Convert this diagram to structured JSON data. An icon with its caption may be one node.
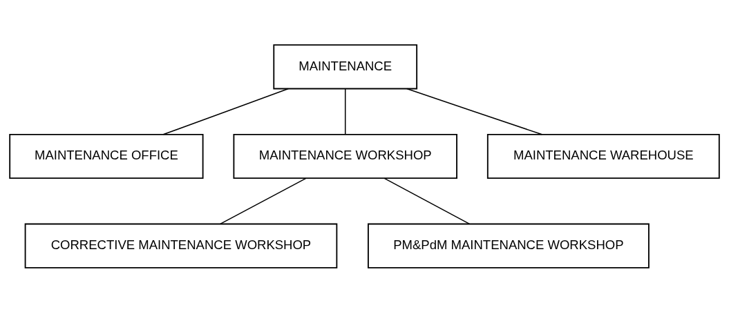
{
  "diagram": {
    "nodes": [
      {
        "text": [
          "MAINTENANCE"
        ]
      },
      {
        "text": [
          "MAINTENANCE OFFICE"
        ]
      },
      {
        "text": [
          "MAINTENANCE WORKSHOP"
        ]
      },
      {
        "text": [
          "MAINTENANCE WAREHOUSE"
        ]
      },
      {
        "text": [
          "CORRECTIVE MAINTENANCE WORKSHOP"
        ]
      },
      {
        "text": [
          "PM&PdM MAINTENANCE WORKSHOP"
        ]
      }
    ],
    "edges": [
      {
        "from": 0,
        "to": 1,
        "arrow": "none"
      },
      {
        "from": 0,
        "to": 2,
        "arrow": "none"
      },
      {
        "from": 0,
        "to": 3,
        "arrow": "none"
      },
      {
        "from": 2,
        "to": 4,
        "arrow": "none"
      },
      {
        "from": 2,
        "to": 5,
        "arrow": "none"
      }
    ]
  }
}
